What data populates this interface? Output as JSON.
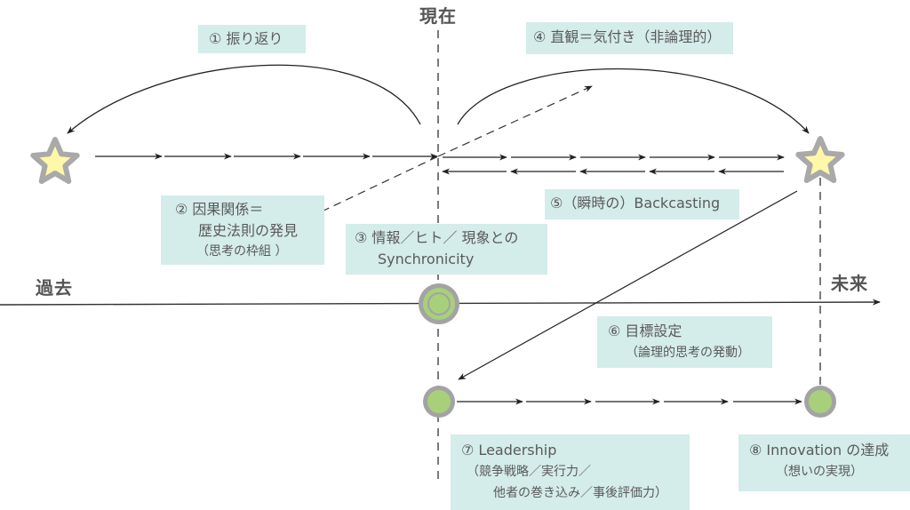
{
  "timeline": {
    "past_label": "過去",
    "present_label": "現在",
    "future_label": "未来"
  },
  "colors": {
    "box_fill": "#d4ecea",
    "star_fill": "#fff8a8",
    "star_stroke": "#a9a9a9",
    "node_fill": "#a8d07a",
    "node_ring": "#a3a3a3",
    "line": "#222222",
    "text": "#555555"
  },
  "steps": [
    {
      "id": 1,
      "lines": [
        "① 振り返り"
      ]
    },
    {
      "id": 2,
      "lines": [
        "② 因果関係＝",
        "歴史法則の発見",
        "（思考の枠組 ）"
      ]
    },
    {
      "id": 3,
      "lines": [
        "③ 情報／ヒト／ 現象との",
        "Synchronicity"
      ]
    },
    {
      "id": 4,
      "lines": [
        "④ 直観＝気付き（非論理的）"
      ]
    },
    {
      "id": 5,
      "lines": [
        "⑤（瞬時の）Backcasting"
      ]
    },
    {
      "id": 6,
      "lines": [
        "⑥ 目標設定",
        "（論理的思考の発動）"
      ]
    },
    {
      "id": 7,
      "lines": [
        "⑦ Leadership",
        "（競争戦略／実行力／",
        "他者の巻き込み／事後評価力）"
      ]
    },
    {
      "id": 8,
      "lines": [
        "⑧ Innovation の達成",
        "（想いの実現）"
      ]
    }
  ],
  "nodes": [
    {
      "name": "past-star",
      "kind": "star"
    },
    {
      "name": "future-star",
      "kind": "star"
    },
    {
      "name": "present-sync-node",
      "kind": "double-ring"
    },
    {
      "name": "present-leadership-node",
      "kind": "ring"
    },
    {
      "name": "future-innovation-node",
      "kind": "ring"
    }
  ]
}
